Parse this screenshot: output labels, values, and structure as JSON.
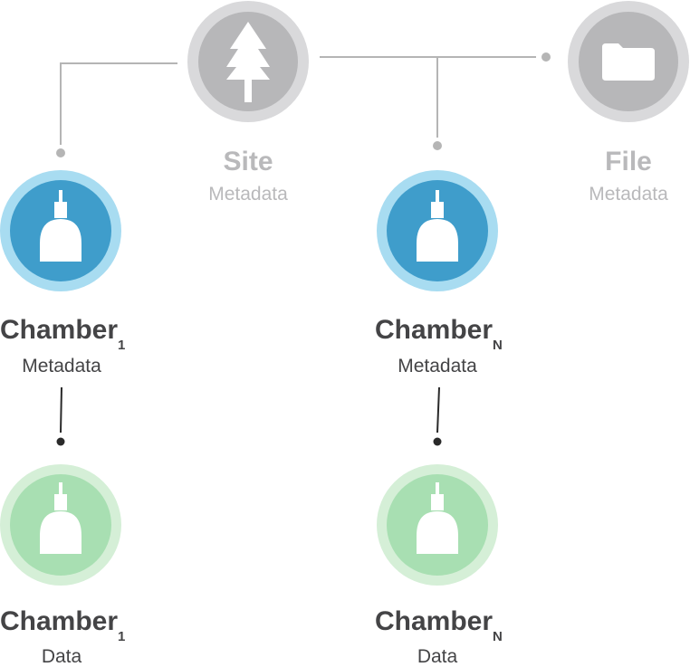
{
  "colors": {
    "metadata_grey_outer": "#d9d9db",
    "metadata_grey_inner": "#b7b7b9",
    "metadata_grey_text": "#b9b9bb",
    "chamber_blue_outer": "#a8dcf1",
    "chamber_blue_inner": "#3f9dcb",
    "data_green_outer": "#d5efd7",
    "data_green_inner": "#a8dfb2",
    "dark_text": "#444446",
    "connector_grey": "#b5b5b5",
    "connector_dark": "#2a2a2a",
    "icon_white": "#ffffff"
  },
  "nodes": {
    "site": {
      "title": "Site",
      "subtitle": "Metadata",
      "icon": "tree-icon"
    },
    "file": {
      "title": "File",
      "subtitle": "Metadata",
      "icon": "folder-icon"
    },
    "chamber_1_metadata": {
      "title": "Chamber",
      "sub_index": "1",
      "subtitle": "Metadata",
      "icon": "chamber-icon"
    },
    "chamber_n_metadata": {
      "title": "Chamber",
      "sub_index": "N",
      "subtitle": "Metadata",
      "icon": "chamber-icon"
    },
    "chamber_1_data": {
      "title": "Chamber",
      "sub_index": "1",
      "subtitle": "Data",
      "icon": "chamber-icon"
    },
    "chamber_n_data": {
      "title": "Chamber",
      "sub_index": "N",
      "subtitle": "Data",
      "icon": "chamber-icon"
    }
  }
}
